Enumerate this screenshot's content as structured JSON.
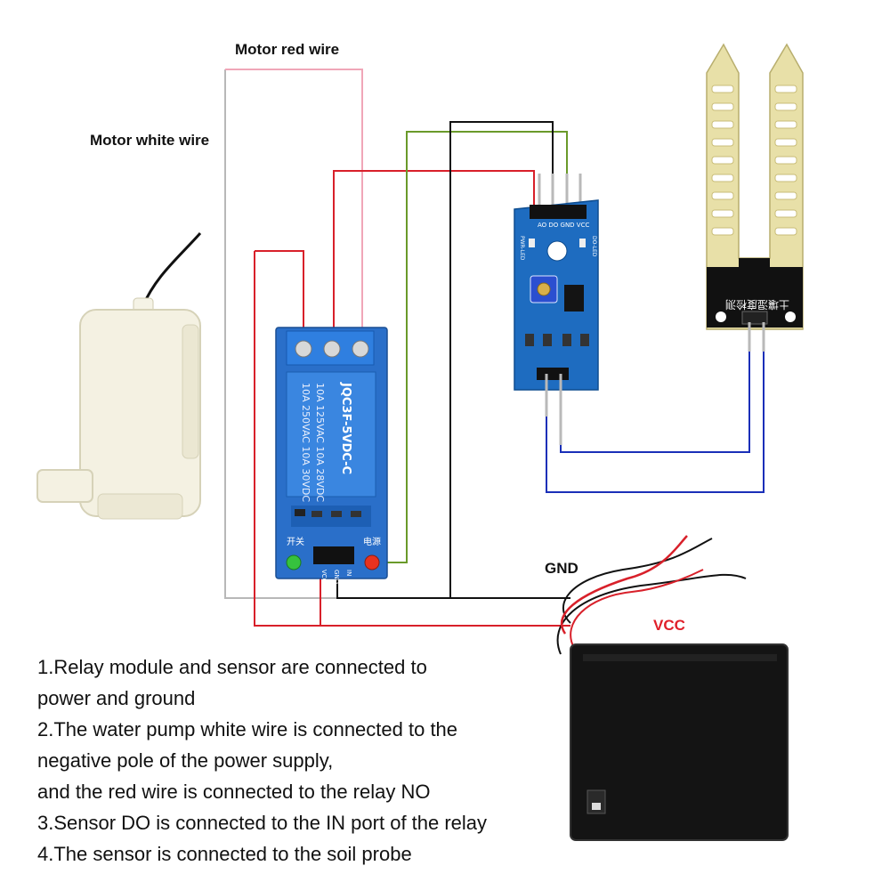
{
  "labels": {
    "motor_red_wire": "Motor red wire",
    "motor_white_wire": "Motor white wire",
    "gnd": "GND",
    "vcc": "VCC"
  },
  "relay": {
    "model": "JQC3F-5VDC-C",
    "ratings": [
      "10A 250VAC 10A 30VDC",
      "10A 125VAC 10A 28VDC"
    ],
    "label_left": "开关",
    "label_right": "电源",
    "pins": [
      "VCC",
      "GND",
      "IN"
    ]
  },
  "sensor_module": {
    "pin_header": "AO DO GND VCC",
    "pwr_led": "PWR-LED",
    "do_led": "DO-LED"
  },
  "soil_probe": {
    "label": "土壤湿度检测"
  },
  "colors": {
    "red_wire": "#d8202a",
    "pink_wire": "#f0a6b8",
    "gray_wire": "#b8b8b8",
    "green_wire": "#6a9a2a",
    "black_wire": "#111111",
    "blue_wire": "#1a2fb8",
    "relay_board": "#2a6fc9",
    "sensor_board": "#1e6cc0",
    "probe_board": "#e8e0a8"
  },
  "notes": [
    "1.Relay module and sensor are connected to",
    "power and ground",
    "2.The water pump white wire is connected to the",
    "negative pole of the power supply,",
    "and the red wire is connected to the relay NO",
    "3.Sensor DO is connected to the IN port of the relay",
    "4.The sensor is connected to the soil probe"
  ]
}
